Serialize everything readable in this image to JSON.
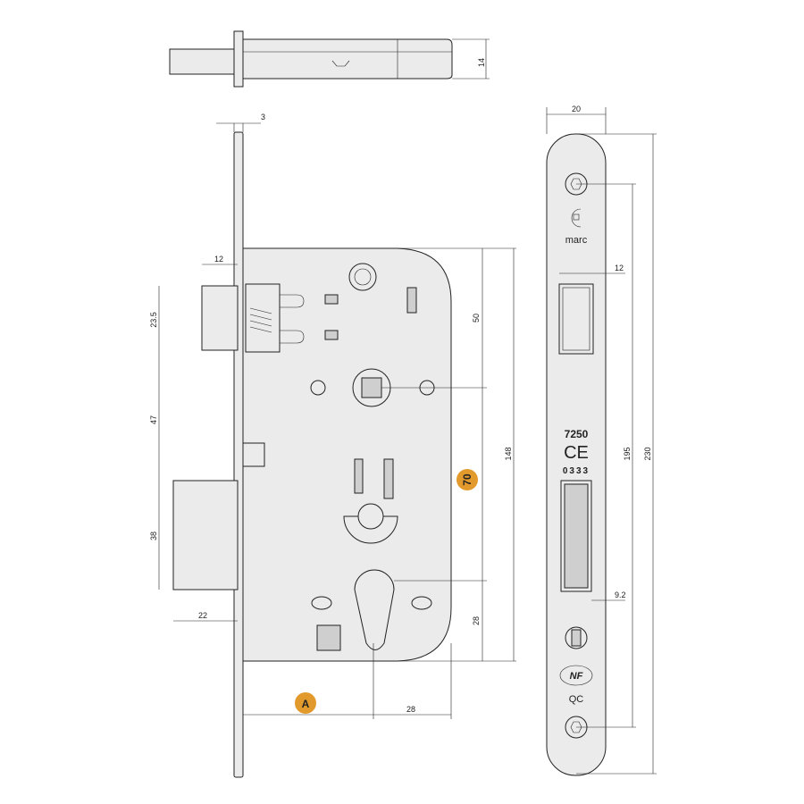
{
  "dimensions": {
    "top_thickness": "14",
    "faceplate_thickness": "3",
    "latch_projection": "12",
    "latch_height": "23.5",
    "latch_to_follower": "47",
    "deadbolt_height": "38",
    "deadbolt_projection": "22",
    "backset": "50",
    "follower_to_cylinder": "70",
    "case_height": "148",
    "cylinder_to_bottom": "28",
    "cylinder_offset": "28",
    "strike_width": "20",
    "strike_latch_depth": "12",
    "strike_screw_span": "195",
    "strike_length": "230",
    "strike_bolt_offset": "9.2"
  },
  "markings": {
    "brand": "marc",
    "model": "7250",
    "ce_code": "0333",
    "nf_logo": "NF",
    "qc_label": "QC"
  },
  "badges": {
    "a": "A"
  },
  "colors": {
    "badge": "#e39a2c",
    "part_fill": "#ebebeb",
    "line": "#222222"
  }
}
